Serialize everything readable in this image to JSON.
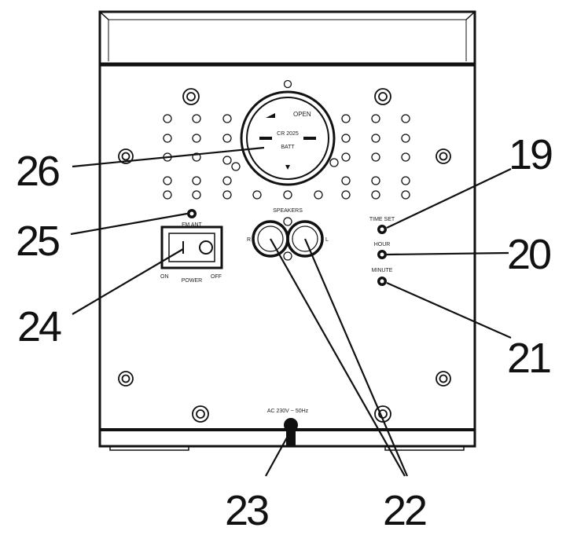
{
  "callouts": {
    "n19": "19",
    "n20": "20",
    "n21": "21",
    "n22": "22",
    "n23": "23",
    "n24": "24",
    "n25": "25",
    "n26": "26"
  },
  "panel_text": {
    "open": "OPEN",
    "battery_type": "CR 2025",
    "batt": "BATT",
    "fm_ant": "FM ANT",
    "speakers": "SPEAKERS",
    "speaker_r": "R",
    "speaker_l": "L",
    "time_set": "TIME SET",
    "hour": "HOUR",
    "minute": "MINUTE",
    "on": "ON",
    "off": "OFF",
    "power": "POWER",
    "ac_rating": "AC 230V ~ 50Hz"
  }
}
